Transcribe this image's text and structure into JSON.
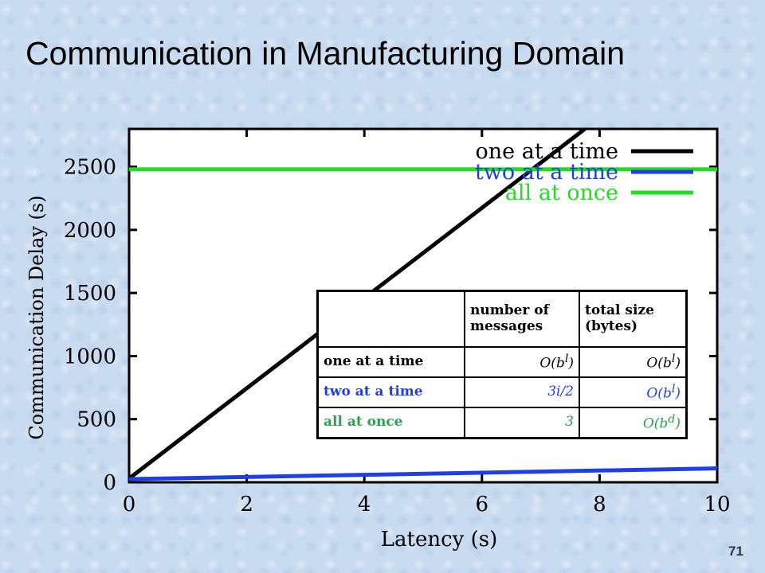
{
  "slide": {
    "title": "Communication in Manufacturing Domain",
    "number": "71"
  },
  "chart_data": {
    "type": "line",
    "xlabel": "Latency (s)",
    "ylabel": "Communication Delay (s)",
    "xlim": [
      0,
      10
    ],
    "ylim": [
      0,
      2800
    ],
    "xticks": [
      "0",
      "2",
      "4",
      "6",
      "8",
      "10"
    ],
    "yticks": [
      "0",
      "500",
      "1000",
      "1500",
      "2000",
      "2500"
    ],
    "legend_position": "top-right",
    "series": [
      {
        "name": "one at a time",
        "color": "#000000",
        "x": [
          0,
          7.75
        ],
        "y": [
          30,
          2800
        ]
      },
      {
        "name": "two at a time",
        "color": "#1f3fe6",
        "x": [
          0,
          10
        ],
        "y": [
          25,
          110
        ]
      },
      {
        "name": "all at once",
        "color": "#22dd22",
        "x": [
          0,
          10
        ],
        "y": [
          2480,
          2480
        ]
      }
    ],
    "table": {
      "headers": [
        "",
        "number of messages",
        "total size (bytes)"
      ],
      "rows": [
        {
          "label": "one at a time",
          "messages": "O(b^l)",
          "size": "O(b^l)",
          "color": "#000000"
        },
        {
          "label": "two at a time",
          "messages": "3i/2",
          "size": "O(b^l)",
          "color": "#1f3fe6"
        },
        {
          "label": "all at once",
          "messages": "3",
          "size": "O(b^d)",
          "color": "#2e9e4f"
        }
      ]
    }
  }
}
